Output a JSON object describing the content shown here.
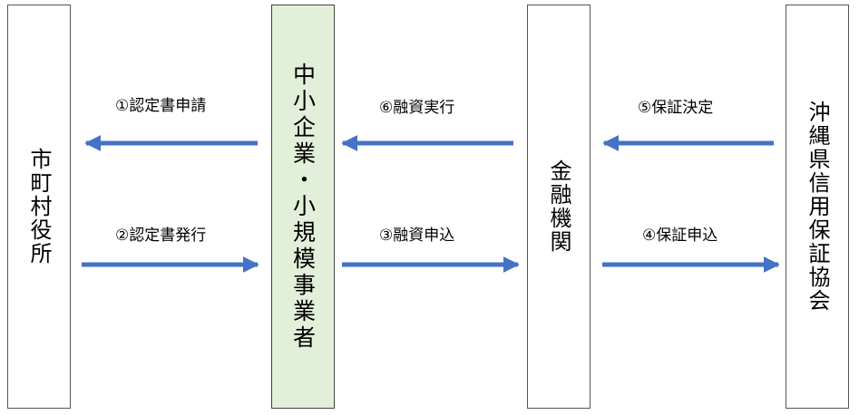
{
  "boxes": {
    "city": "市町村役所",
    "sme": "中小企業・小規模事業者",
    "bank": "金融機関",
    "guarantee": "沖縄県信用保証協会"
  },
  "steps": {
    "s1": "①認定書申請",
    "s2": "②認定書発行",
    "s3": "③融資申込",
    "s4": "④保証申込",
    "s5": "⑤保証決定",
    "s6": "⑥融資実行"
  },
  "colors": {
    "arrow": "#4472c4",
    "sme_fill": "#e2efd9"
  }
}
